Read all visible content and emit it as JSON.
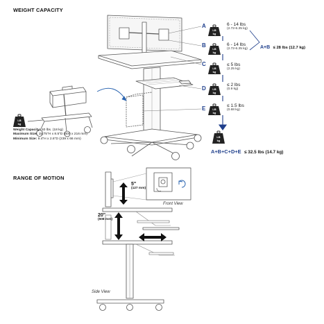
{
  "titles": {
    "weight_capacity": "WEIGHT CAPACITY",
    "range_of_motion": "RANGE OF MOTION"
  },
  "weights": [
    {
      "letter": "A",
      "range": "6 - 14 lbs",
      "metric": "(2.72-6.35 kg)"
    },
    {
      "letter": "B",
      "range": "6 - 14 lbs",
      "metric": "(2.72-6.35 kg)"
    },
    {
      "letter": "C",
      "range": "≤ 5 lbs",
      "metric": "(2.25 kg)"
    },
    {
      "letter": "D",
      "range": "≤ 2 lbs",
      "metric": "(0.9 kg)"
    },
    {
      "letter": "E",
      "range": "≤ 1.5 lbs",
      "metric": "(0.68 kg)"
    }
  ],
  "weight_icon": {
    "top": "LB",
    "bottom": "kg"
  },
  "sum_ab": {
    "label": "A+B",
    "value": "≤ 28 lbs (12.7 kg)"
  },
  "sum_all": {
    "label": "A+B+C+D+E",
    "value": "≤ 32.5 lbs (14.7 kg)"
  },
  "cpu_specs": {
    "capacity_label": "Weight Capacity:",
    "capacity_value": "40 lbs. (18 kg)",
    "max_label": "Maximum Size:",
    "max_value": "15.75\"H x 8.5\"D (400 x 216 mm)",
    "min_label": "Minimum Size:",
    "min_value": "9.4\"H x 2.6\"D (239 x 66 mm)"
  },
  "motion": {
    "monitor_lift": "5\"",
    "monitor_lift_metric": "(127 mm)",
    "height_adjust": "20\"",
    "height_adjust_metric": "(508 mm)",
    "front_view": "Front View",
    "side_view": "Side View"
  },
  "colors": {
    "accent_blue": "#1f3f8c",
    "arrow_blue": "#2a64b0",
    "line_gray": "#555555"
  }
}
